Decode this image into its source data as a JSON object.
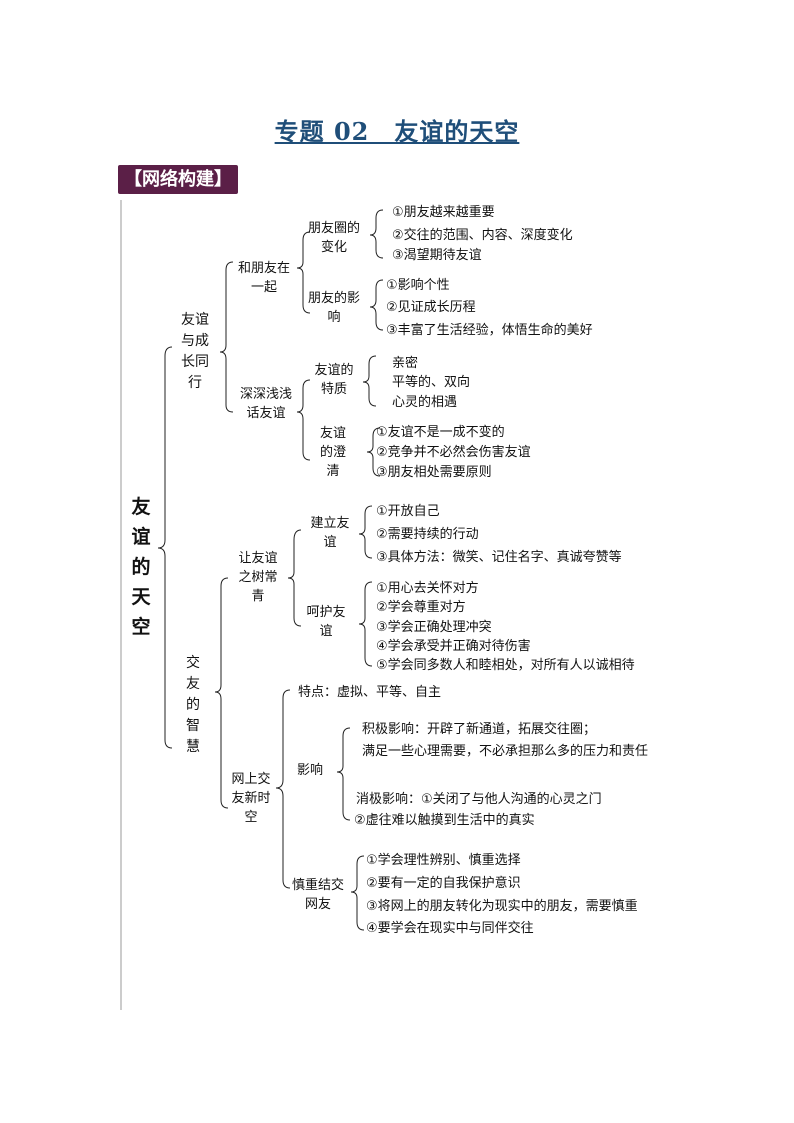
{
  "page": {
    "title": "专题 02　友谊的天空",
    "section_badge": "【网络构建】"
  },
  "mindmap": {
    "root": "友谊的天空",
    "branch1": {
      "label": "友谊与成长同行",
      "sub1": {
        "label": "和朋友在一起",
        "groupA": {
          "label": "朋友圈的变化",
          "items": [
            "①朋友越来越重要",
            "②交往的范围、内容、深度变化",
            "③渴望期待友谊"
          ]
        },
        "groupB": {
          "label": "朋友的影响",
          "items": [
            "①影响个性",
            "②见证成长历程",
            "③丰富了生活经验，体悟生命的美好"
          ]
        }
      },
      "sub2": {
        "label": "深深浅浅话友谊",
        "groupA": {
          "label": "友谊的特质",
          "items": [
            "亲密",
            "平等的、双向",
            "心灵的相遇"
          ]
        },
        "groupB": {
          "label": "友谊的澄清",
          "items": [
            "①友谊不是一成不变的",
            "②竞争并不必然会伤害友谊",
            "③朋友相处需要原则"
          ]
        }
      }
    },
    "branch2": {
      "label": "交友的智慧",
      "sub1": {
        "label": "让友谊之树常青",
        "groupA": {
          "label": "建立友谊",
          "items": [
            "①开放自己",
            "②需要持续的行动",
            "③具体方法：微笑、记住名字、真诚夸赞等"
          ]
        },
        "groupB": {
          "label": "呵护友谊",
          "items": [
            "①用心去关怀对方",
            "②学会尊重对方",
            "③学会正确处理冲突",
            "④学会承受并正确对待伤害",
            "⑤学会同多数人和睦相处，对所有人以诚相待"
          ]
        }
      },
      "sub2": {
        "label": "网上交友新时空",
        "feature": "特点：虚拟、平等、自主",
        "influence": {
          "label": "影响",
          "positive": [
            "积极影响：开辟了新通道，拓展交往圈；",
            "满足一些心理需要，不必承担那么多的压力和责任"
          ],
          "negative": [
            "消极影响：①关闭了与他人沟通的心灵之门",
            "②虚往难以触摸到生活中的真实"
          ]
        },
        "caution": {
          "label": "慎重结交网友",
          "items": [
            "①学会理性辨别、慎重选择",
            "②要有一定的自我保护意识",
            "③将网上的朋友转化为现实中的朋友，需要慎重",
            "④要学会在现实中与同伴交往"
          ]
        }
      }
    }
  }
}
